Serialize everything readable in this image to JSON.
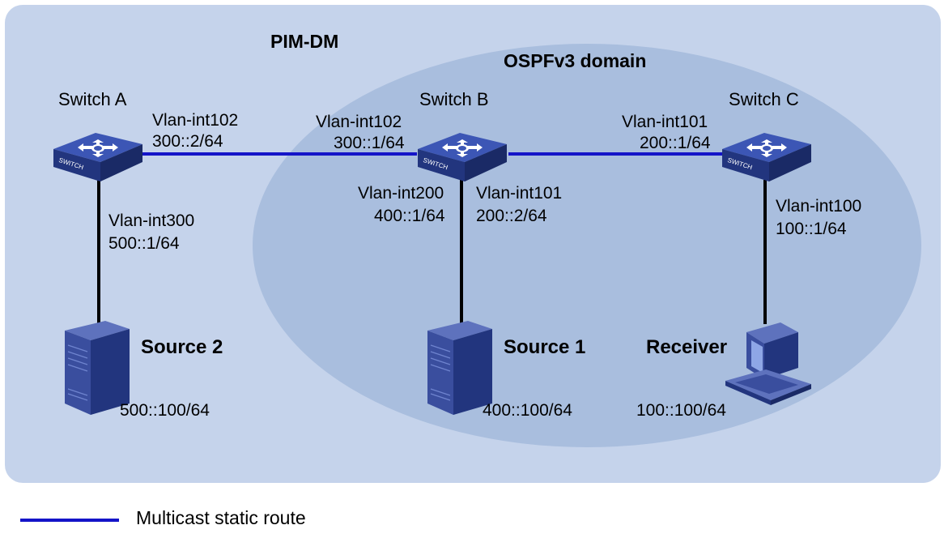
{
  "regions": {
    "pim_label": "PIM-DM",
    "ospf_label": "OSPFv3 domain"
  },
  "switches": {
    "a": {
      "name": "Switch A",
      "badge": "SWITCH"
    },
    "b": {
      "name": "Switch B",
      "badge": "SWITCH"
    },
    "c": {
      "name": "Switch C",
      "badge": "SWITCH"
    }
  },
  "interfaces": {
    "a_102": {
      "name": "Vlan-int102",
      "addr": "300::2/64"
    },
    "a_300": {
      "name": "Vlan-int300",
      "addr": "500::1/64"
    },
    "b_102": {
      "name": "Vlan-int102",
      "addr": "300::1/64"
    },
    "b_200": {
      "name": "Vlan-int200",
      "addr": "400::1/64"
    },
    "b_101": {
      "name": "Vlan-int101",
      "addr": "200::2/64"
    },
    "c_101": {
      "name": "Vlan-int101",
      "addr": "200::1/64"
    },
    "c_100": {
      "name": "Vlan-int100",
      "addr": "100::1/64"
    }
  },
  "hosts": {
    "source2": {
      "name": "Source 2",
      "addr": "500::100/64"
    },
    "source1": {
      "name": "Source 1",
      "addr": "400::100/64"
    },
    "receiver": {
      "name": "Receiver",
      "addr": "100::100/64"
    }
  },
  "legend": {
    "label": "Multicast static route"
  },
  "colors": {
    "static_route": "#1414c8",
    "link": "#000000",
    "pim_region": "#c5d3eb",
    "ospf_region": "#a9bede",
    "device": "#2b3f93"
  }
}
